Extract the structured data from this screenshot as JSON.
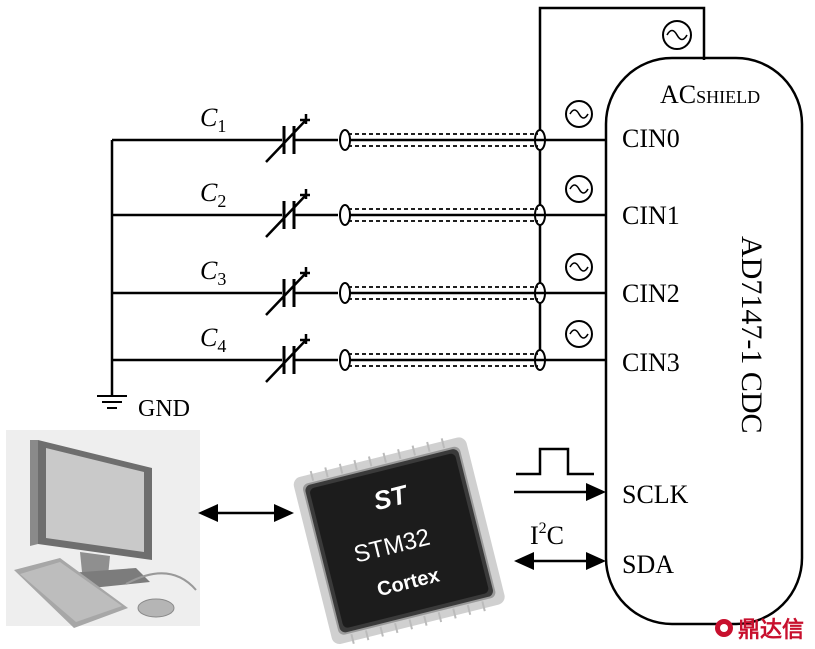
{
  "chip": {
    "name": "AD7147-1 CDC",
    "ac_prefix": "AC",
    "ac_subscript": "SHIELD",
    "pins": [
      "CIN0",
      "CIN1",
      "CIN2",
      "CIN3"
    ],
    "sclk": "SCLK",
    "sda": "SDA"
  },
  "capacitors": [
    {
      "letter": "C",
      "index": "1"
    },
    {
      "letter": "C",
      "index": "2"
    },
    {
      "letter": "C",
      "index": "3"
    },
    {
      "letter": "C",
      "index": "4"
    }
  ],
  "gnd_label": "GND",
  "bus": {
    "prefix": "I",
    "superscript": "2",
    "suffix": "C"
  },
  "mcu": {
    "brand": "ST",
    "model": "STM32",
    "core": "Cortex"
  },
  "watermark": "鼎达信"
}
